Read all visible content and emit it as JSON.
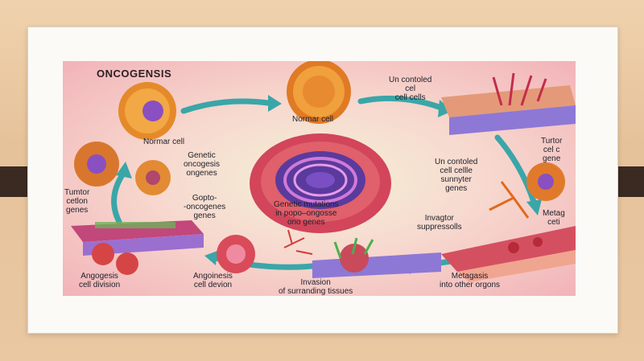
{
  "title": "ONCOGENSIS",
  "labels": {
    "uncontrolled_top": [
      "Un contoled",
      "cel",
      "cell cells"
    ],
    "normal_cell_center": "Normar cell",
    "normal_cell_left": "Normar cell",
    "genetic_oncogenes": [
      "Genetic",
      "oncogesis",
      "ongenes"
    ],
    "tumtor_genes": [
      "Tumtor",
      "cetlon",
      "genes"
    ],
    "gopto_oncogenes": [
      "Gopto-",
      "-oncogenes",
      "genes"
    ],
    "genetic_mutations": [
      "Genetic mutations",
      "in popo–ongosse",
      "ono genes"
    ],
    "uncontoled_genes": [
      "Un contoled",
      "cell cellle",
      "sunnyter",
      "genes"
    ],
    "turtor_right": [
      "Turtor",
      "cel c",
      "gene"
    ],
    "invagtor": [
      "Invagtor",
      "suppressolls"
    ],
    "metagasis_right": [
      "Metag",
      "ceti"
    ],
    "angogesis_division": [
      "Angogesis",
      "cell division"
    ],
    "angoinesis_devion": [
      "Angoinesis",
      "cell devion"
    ],
    "invasion": [
      "Invasion",
      "of surranding tissues"
    ],
    "metagasis_bottom": [
      "Metagasis",
      "into other orgons"
    ]
  }
}
